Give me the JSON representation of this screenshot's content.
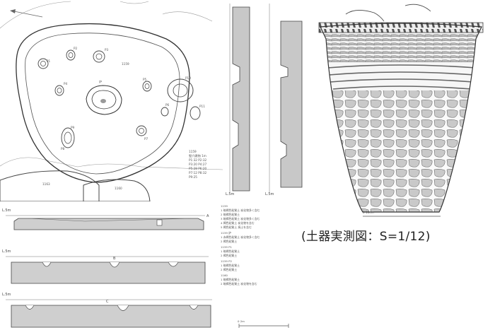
{
  "figure": {
    "caption": "(土器実測図：S=1/12)",
    "pit_plan": {
      "feature_label": "1159",
      "pits": [
        {
          "label": "P1"
        },
        {
          "label": "P2"
        },
        {
          "label": "P3"
        },
        {
          "label": "P4"
        },
        {
          "label": "P5"
        },
        {
          "label": "P6"
        },
        {
          "label": "P7"
        },
        {
          "label": "P8"
        },
        {
          "label": "P9"
        },
        {
          "label": "P10"
        },
        {
          "label": "P11"
        }
      ],
      "center_label": "炉",
      "lower_left_label": "1163",
      "lower_mid_label": "1160",
      "legend": [
        "1159",
        "竪穴建物  1m",
        "P1:32  P2:32",
        "P3:20  P4:27",
        "P5:28  P6:20",
        "P7:12  P8:32",
        "P9:25"
      ]
    },
    "sections": [
      {
        "left_label": "L.5m",
        "mark": "A"
      },
      {
        "left_label": "L.5m",
        "mark": "B"
      },
      {
        "left_label": "L.5m",
        "mark": "C"
      }
    ],
    "profiles": [
      {
        "label": "L.5m"
      },
      {
        "label": "L.5m"
      }
    ],
    "notes": [
      "1159",
      "1 暗褐色粘質土  炭化物多く含む",
      "2 暗褐色粘質土",
      "3 暗褐色粘質土  炭化物多く含む",
      "4 褐色粘質土  炭化物を含む",
      "5 褐色粘質土  焼土を含む",
      "1159 炉",
      "1 赤褐色粘質土  炭化物多く含む",
      "2 褐色粘質土",
      "1159 P1",
      "1 暗褐色粘質土",
      "2 褐色粘質土",
      "1159 P2",
      "1 暗褐色粘質土",
      "2 褐色粘質土",
      "1160",
      "1 暗褐色粘質土",
      "2 暗褐色粘質土  炭化物を含む"
    ],
    "scale_label": "0            2m",
    "pot_scale_label": "0        10cm"
  }
}
